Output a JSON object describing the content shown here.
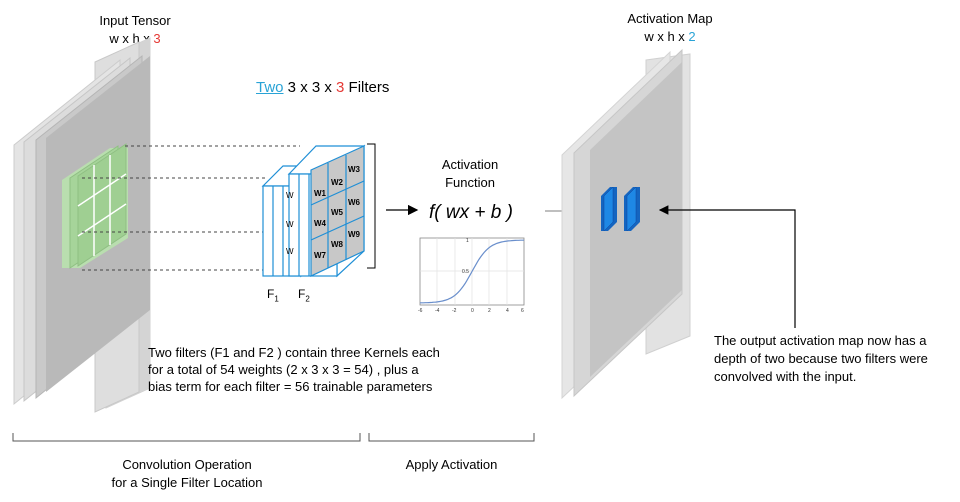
{
  "input_tensor": {
    "title": "Input Tensor",
    "dims_prefix": "w x h x ",
    "dims_channels": "3"
  },
  "filters_heading": {
    "count_word": "Two",
    "dims_prefix": " 3 x 3 x ",
    "depth": "3",
    "suffix": " Filters"
  },
  "filter_labels": {
    "f1": "F",
    "f1_sub": "1",
    "f2": "F",
    "f2_sub": "2"
  },
  "weights": [
    "W1",
    "W2",
    "W3",
    "W4",
    "W5",
    "W6",
    "W7",
    "W8",
    "W9"
  ],
  "activation_function": {
    "title_line1": "Activation",
    "title_line2": "Function",
    "formula": "f( wx + b )",
    "plot_x_ticks": [
      "-6",
      "-4",
      "-2",
      "0",
      "2",
      "4",
      "6"
    ],
    "plot_y_ticks": [
      "0.5",
      "1"
    ]
  },
  "activation_map": {
    "title": "Activation Map",
    "dims_prefix": "w x h x ",
    "dims_channels": "2"
  },
  "description_left": [
    "Two filters (F1 and F2 ) contain three Kernels each",
    "for a total of 54 weights  (2 x 3 x 3 = 54) , plus a",
    "bias term for each filter = 56 trainable parameters"
  ],
  "description_right": [
    "The output activation map now has a",
    "depth of two because two filters were",
    "convolved with the input."
  ],
  "bracket_labels": {
    "convolution_line1": "Convolution Operation",
    "convolution_line2": "for a Single Filter Location",
    "apply_activation": "Apply Activation"
  },
  "colors": {
    "input_layer": "#c8c8c8",
    "kernel_green": "#a6d49a",
    "filter_blue": "#1f8fd6",
    "output_blue": "#1e88e5",
    "red_accent": "#e53935",
    "cyan_accent": "#29a3d6"
  }
}
